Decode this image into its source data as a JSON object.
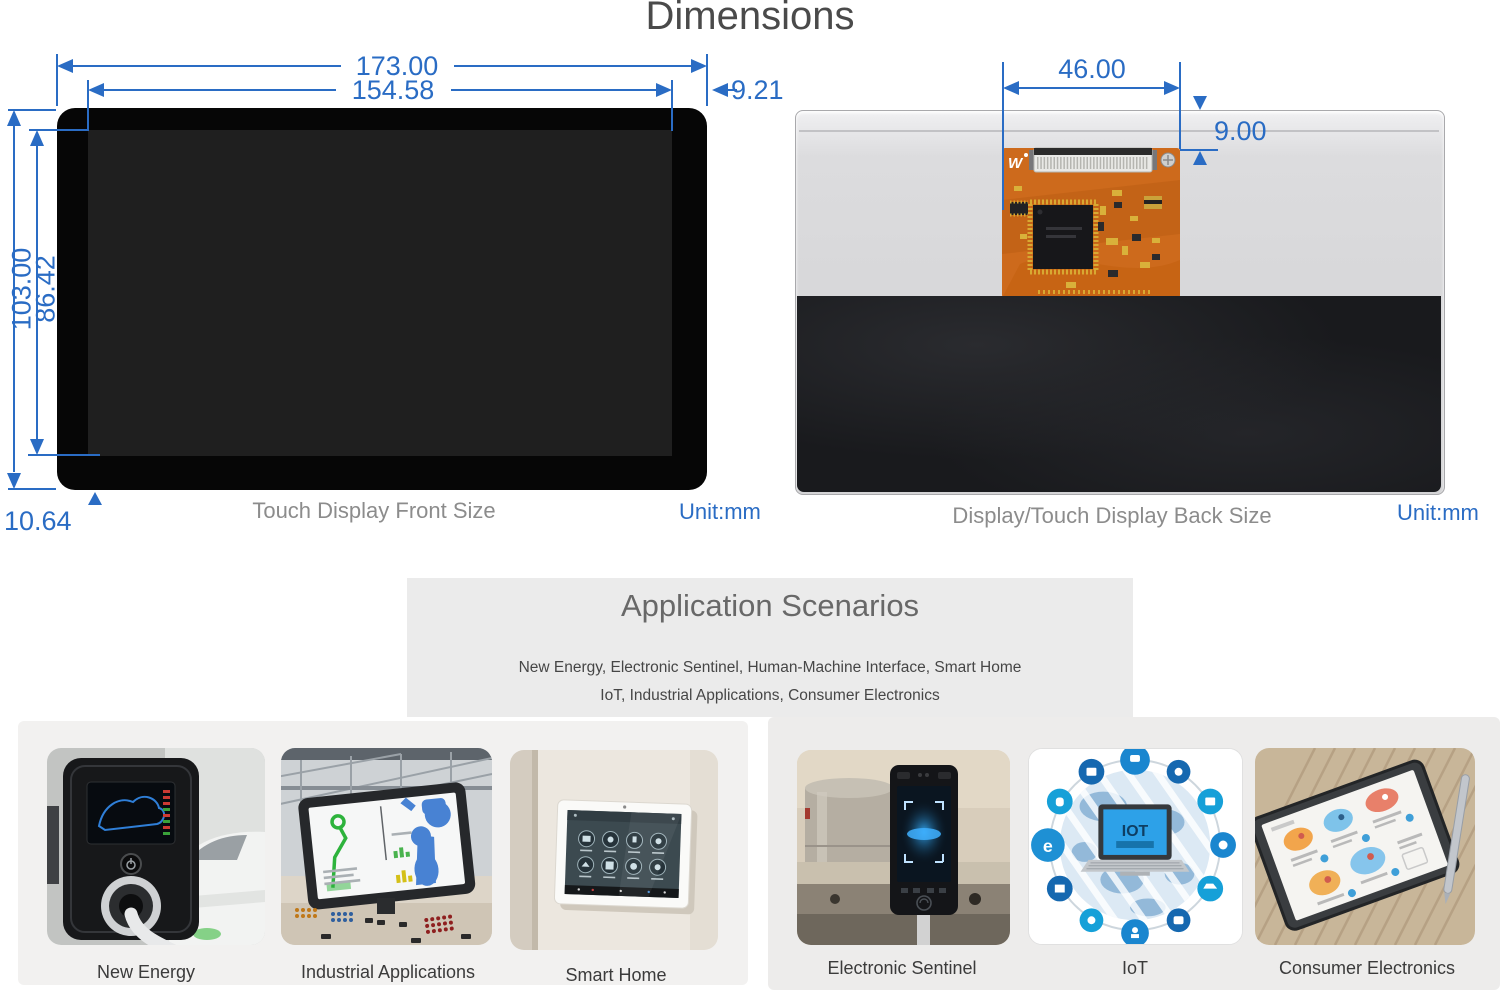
{
  "page_title": "Dimensions",
  "front_view": {
    "caption": "Touch Display Front Size",
    "unit_label": "Unit:mm",
    "outer_width_mm": "173.00",
    "inner_width_mm": "154.58",
    "right_bezel_mm": "9.21",
    "outer_height_mm": "103.00",
    "inner_height_mm": "86.42",
    "bottom_bezel_mm": "10.64"
  },
  "back_view": {
    "caption": "Display/Touch Display Back Size",
    "unit_label": "Unit:mm",
    "pcb_width_mm": "46.00",
    "pcb_top_offset_mm": "9.00",
    "pcb_logo_text": "W"
  },
  "application_scenarios": {
    "title": "Application Scenarios",
    "subtitle_line1": "New Energy, Electronic Sentinel, Human-Machine Interface, Smart Home",
    "subtitle_line2": "IoT, Industrial Applications, Consumer Electronics",
    "items": [
      {
        "label": "New Energy"
      },
      {
        "label": "Industrial Applications"
      },
      {
        "label": "Smart Home"
      },
      {
        "label": "Electronic Sentinel"
      },
      {
        "label": "IoT"
      },
      {
        "label": "Consumer Electronics"
      }
    ],
    "iot_screen_label": "IOT",
    "iot_browser_label": "e"
  },
  "colors": {
    "dimension_blue": "#2a6cc4",
    "title_gray": "#4a4a4a",
    "caption_gray": "#8c8c8c",
    "scenario_caption_gray": "#3b3b3b",
    "app_box_gray": "#ebebeb",
    "panel_gray": "#f1f0ef"
  }
}
